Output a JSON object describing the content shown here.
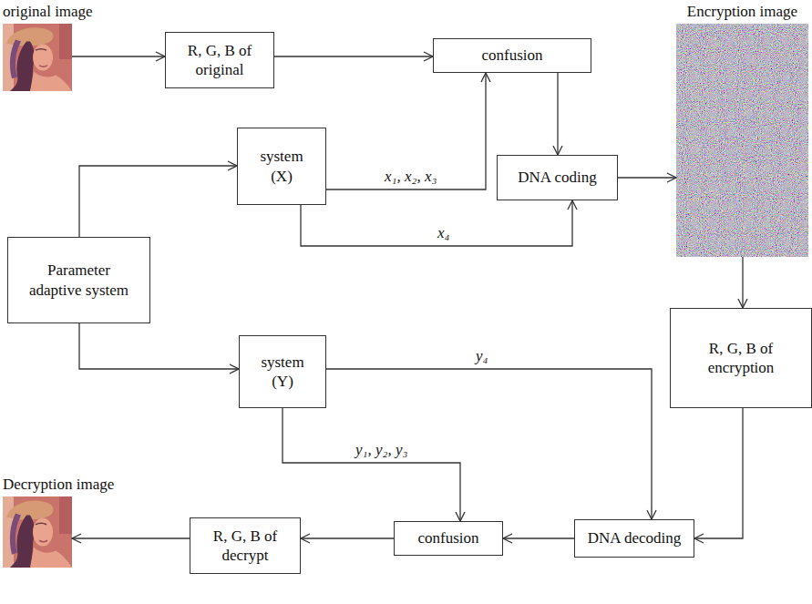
{
  "diagram": {
    "nodes": [
      {
        "text": [
          "original image"
        ]
      },
      {
        "text": [
          "R, G, B of original"
        ]
      },
      {
        "text": [
          "confusion"
        ]
      },
      {
        "text": [
          "Encryption image"
        ]
      },
      {
        "text": [
          "system (X)"
        ]
      },
      {
        "text": [
          "DNA coding"
        ]
      },
      {
        "text": [
          "Parameter adaptive system"
        ]
      },
      {
        "text": [
          "R, G, B of encryption"
        ]
      },
      {
        "text": [
          "system (Y)"
        ]
      },
      {
        "text": [
          "Decryption image"
        ]
      },
      {
        "text": [
          "R, G, B of decrypt"
        ]
      },
      {
        "text": [
          "confusion"
        ]
      },
      {
        "text": [
          "DNA decoding"
        ]
      }
    ],
    "edges": [
      {
        "from": 0,
        "to": 1,
        "arrow": "to"
      },
      {
        "from": 1,
        "to": 2,
        "arrow": "to"
      },
      {
        "from": 4,
        "to": 2,
        "label": "x₁, x₂, x₃",
        "arrow": "to"
      },
      {
        "from": 2,
        "to": 5,
        "arrow": "to"
      },
      {
        "from": 4,
        "to": 5,
        "label": "x₄",
        "arrow": "to"
      },
      {
        "from": 5,
        "to": 3,
        "arrow": "to"
      },
      {
        "from": 6,
        "to": 4,
        "arrow": "to"
      },
      {
        "from": 6,
        "to": 8,
        "arrow": "to"
      },
      {
        "from": 3,
        "to": 7,
        "arrow": "to"
      },
      {
        "from": 8,
        "to": 12,
        "label": "y₄",
        "arrow": "to"
      },
      {
        "from": 7,
        "to": 12,
        "arrow": "to"
      },
      {
        "from": 12,
        "to": 11,
        "arrow": "to"
      },
      {
        "from": 8,
        "to": 11,
        "label": "y₁, y₂, y₃",
        "arrow": "to"
      },
      {
        "from": 11,
        "to": 10,
        "arrow": "to"
      },
      {
        "from": 10,
        "to": 9,
        "arrow": "to"
      }
    ]
  }
}
